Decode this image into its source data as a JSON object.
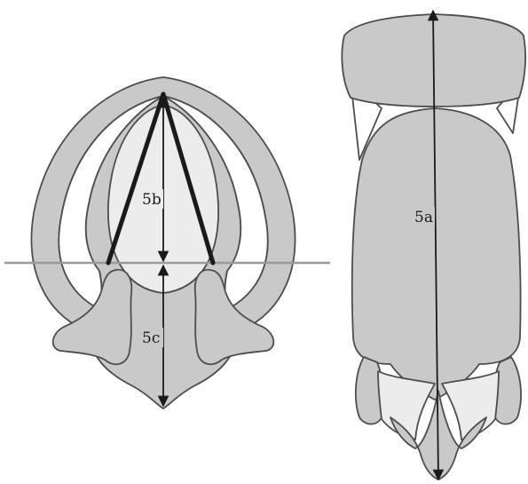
{
  "labels": {
    "length_a": "5a",
    "length_b": "5b",
    "length_c": "5c"
  },
  "colors": {
    "fill_gray": "#c9c9c9",
    "fill_light": "#ececec",
    "outline": "#4d4d4d",
    "measure_line": "#1a1a1a",
    "reference_line": "#9a9a9a"
  }
}
